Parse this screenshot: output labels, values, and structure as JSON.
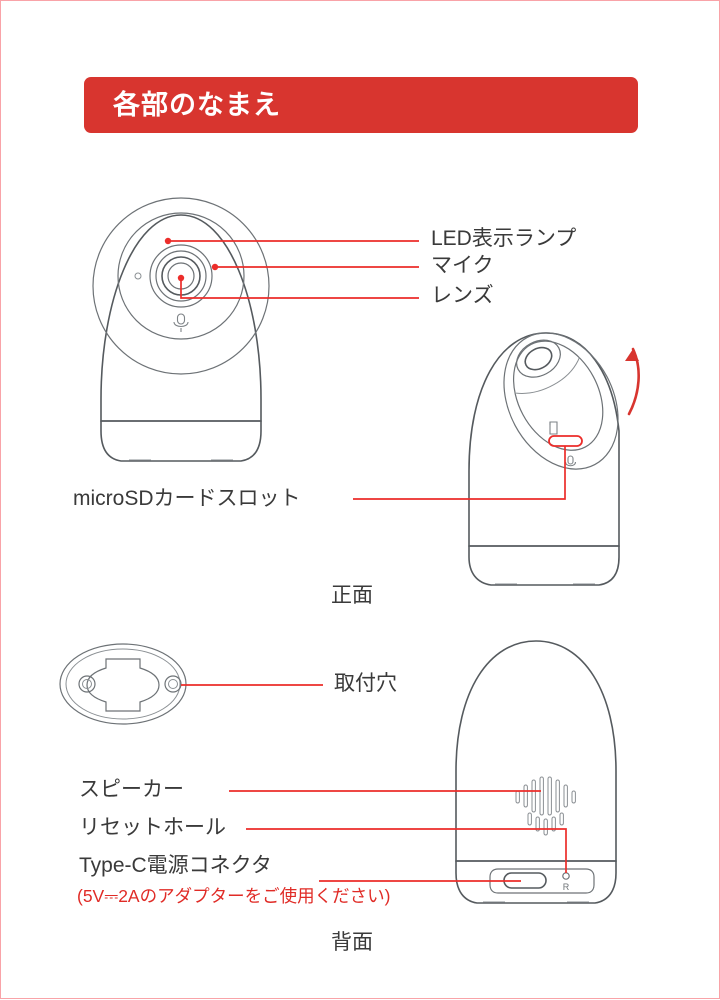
{
  "page": {
    "language": "ja",
    "border_color": "#f9a3a8",
    "background": "#ffffff"
  },
  "section_header": {
    "title": "各部のなまえ",
    "background_color": "#d8352f",
    "text_color": "#ffffff"
  },
  "front_view": {
    "caption": "正面",
    "labels": [
      {
        "id": "led-indicator",
        "text": "LED表示ランプ"
      },
      {
        "id": "microphone",
        "text": "マイク"
      },
      {
        "id": "lens",
        "text": "レンズ"
      }
    ]
  },
  "tilted_view": {
    "labels": [
      {
        "id": "microsd-slot",
        "text": "microSDカードスロット"
      }
    ],
    "rotation_arrow": "rotation-arrow"
  },
  "mount_plate": {
    "labels": [
      {
        "id": "mounting-hole",
        "text": "取付穴"
      }
    ]
  },
  "rear_view": {
    "caption": "背面",
    "labels": [
      {
        "id": "speaker",
        "text": "スピーカー"
      },
      {
        "id": "reset-hole",
        "text": "リセットホール"
      },
      {
        "id": "type-c-connector",
        "text": "Type-C電源コネクタ"
      }
    ],
    "note": "(5V⎓2Aのアダプターをご使用ください)",
    "note_color": "#e02b26",
    "reset_marking": "R"
  },
  "colors": {
    "accent_red": "#d8352f",
    "leader_red": "#ec2d2a",
    "outline_gray": "#555a5e",
    "text_gray": "#3a3a3a"
  }
}
